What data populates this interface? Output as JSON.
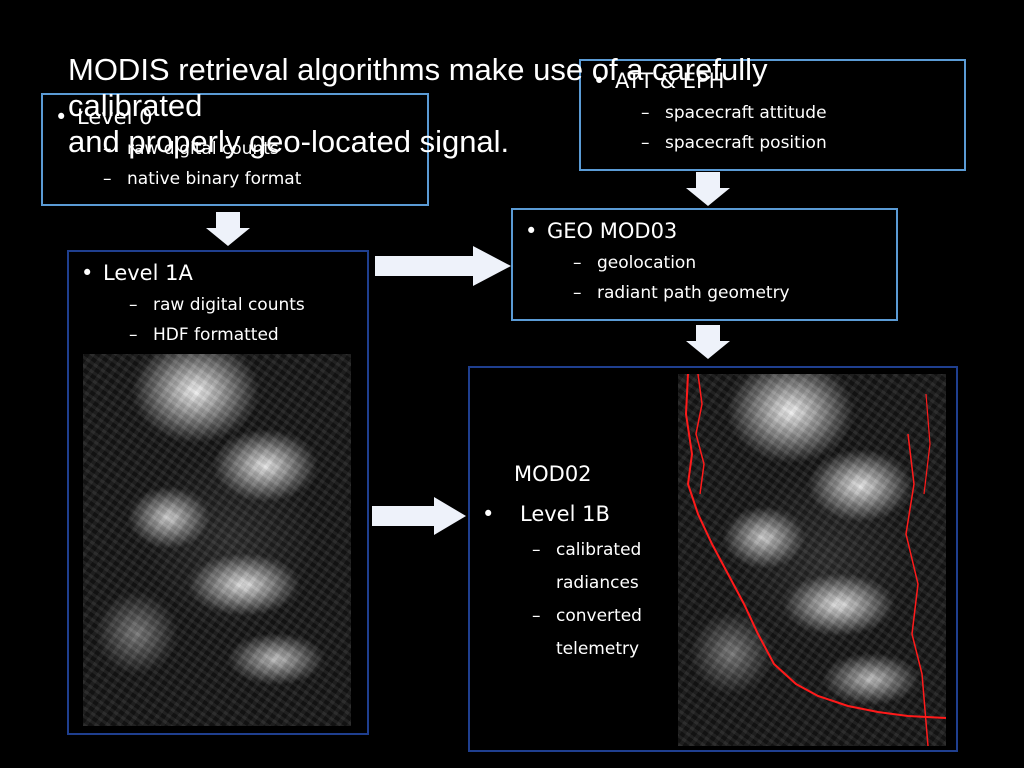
{
  "title": {
    "line1": "MODIS retrieval algorithms make use of a carefully",
    "line2": "calibrated",
    "line3": "and properly geo-located signal."
  },
  "level0_box": {
    "heading": "Level 0",
    "items": [
      "raw digital counts",
      "native binary format"
    ]
  },
  "att_eph_box": {
    "heading": "ATT & EPH",
    "items": [
      "spacecraft attitude",
      "spacecraft position"
    ]
  },
  "geo_box": {
    "heading": "GEO MOD03",
    "items": [
      "geolocation",
      "radiant path geometry"
    ]
  },
  "level1a_box": {
    "heading": "Level 1A",
    "items": [
      "raw digital counts",
      "HDF formatted"
    ],
    "image_icon": "satellite-image-icon"
  },
  "level1b_box": {
    "product": "MOD02",
    "heading": "Level 1B",
    "items": [
      {
        "line1": "calibrated",
        "line2": "radiances"
      },
      {
        "line1": "converted",
        "line2": "telemetry"
      }
    ],
    "image_icon": "satellite-image-geolocated-icon"
  },
  "colors": {
    "background": "#000000",
    "light_border": "#5b9bd5",
    "dark_border": "#1f3f8f",
    "arrow_fill": "#eef2fa",
    "coastline": "#ff1a1a"
  },
  "bullet_glyph": "•",
  "dash_glyph": "–"
}
